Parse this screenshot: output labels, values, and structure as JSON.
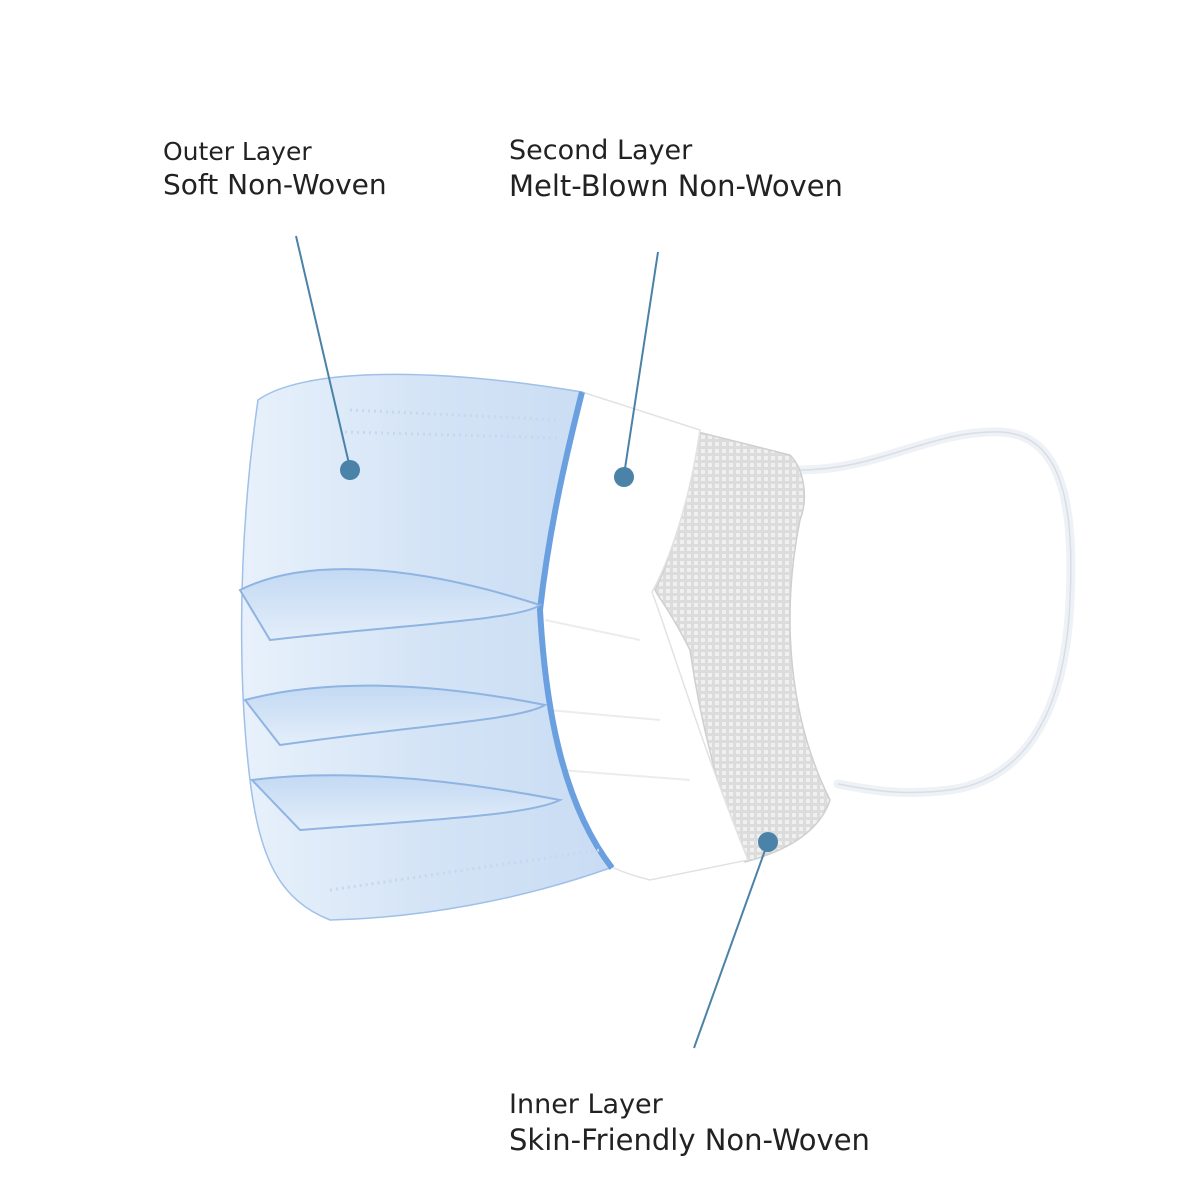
{
  "labels": {
    "outer": {
      "title": "Outer Layer",
      "material": "Soft Non-Woven"
    },
    "second": {
      "title": "Second Layer",
      "material": "Melt-Blown Non-Woven"
    },
    "inner": {
      "title": "Inner Layer",
      "material": "Skin-Friendly Non-Woven"
    }
  },
  "colors": {
    "leader_line": "#4a82a8",
    "outer_layer_fill": "#dbe9f8",
    "outer_layer_edge": "#6a9fe0",
    "second_layer_fill": "#ffffff",
    "inner_layer_fill": "#e4e4e4",
    "ear_loop": "#f4f6f8"
  }
}
